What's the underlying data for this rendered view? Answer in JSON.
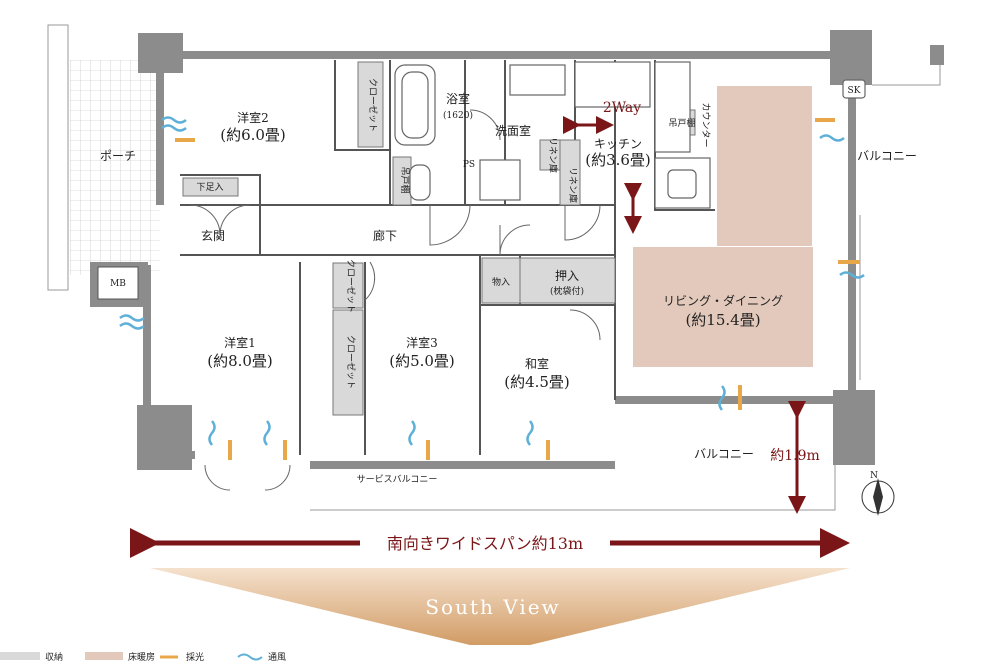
{
  "rooms": {
    "bedroom2": {
      "name": "洋室2",
      "size": "(約6.0畳)"
    },
    "bath": {
      "name": "浴室",
      "size": "(1620)"
    },
    "washroom": {
      "name": "洗面室"
    },
    "kitchen": {
      "name": "キッチン",
      "size": "(約3.6畳)"
    },
    "porch": {
      "name": "ポーチ"
    },
    "entrance": {
      "name": "玄関"
    },
    "hallway": {
      "name": "廊下"
    },
    "storage": {
      "name": "物入"
    },
    "oshiire": {
      "name": "押入",
      "note": "(枕袋付)"
    },
    "living": {
      "name": "リビング・ダイニング",
      "size": "(約15.4畳)"
    },
    "bedroom1": {
      "name": "洋室1",
      "size": "(約8.0畳)"
    },
    "bedroom3": {
      "name": "洋室3",
      "size": "(約5.0畳)"
    },
    "japanese": {
      "name": "和室",
      "size": "(約4.5畳)"
    },
    "balcony_east": {
      "name": "バルコニー"
    },
    "balcony_south": {
      "name": "バルコニー"
    },
    "service_balcony": {
      "name": "サービスバルコニー"
    }
  },
  "fixtures": {
    "mb": "MB",
    "sk": "SK",
    "ps": "PS",
    "shoe": "下足入",
    "closet": "クローゼット",
    "linen": "リネン庫",
    "hanging": "吊戸棚",
    "counter": "カウンター"
  },
  "annotations": {
    "two_way": "2Way",
    "balcony_depth": "約1.9m",
    "span": "南向きワイドスパン約13m",
    "south_view": "South View",
    "north": "N"
  },
  "legend": {
    "storage": "収納",
    "floor_heating": "床暖房",
    "daylight": "採光",
    "ventilation": "通風"
  },
  "colors": {
    "floor_heating": "#e2c9bb",
    "storage": "#d9d9d9",
    "wall": "#8c8c8c",
    "accent": "#7a1618",
    "daylight": "#e8a84a",
    "ventilation": "#5fb0d8"
  }
}
